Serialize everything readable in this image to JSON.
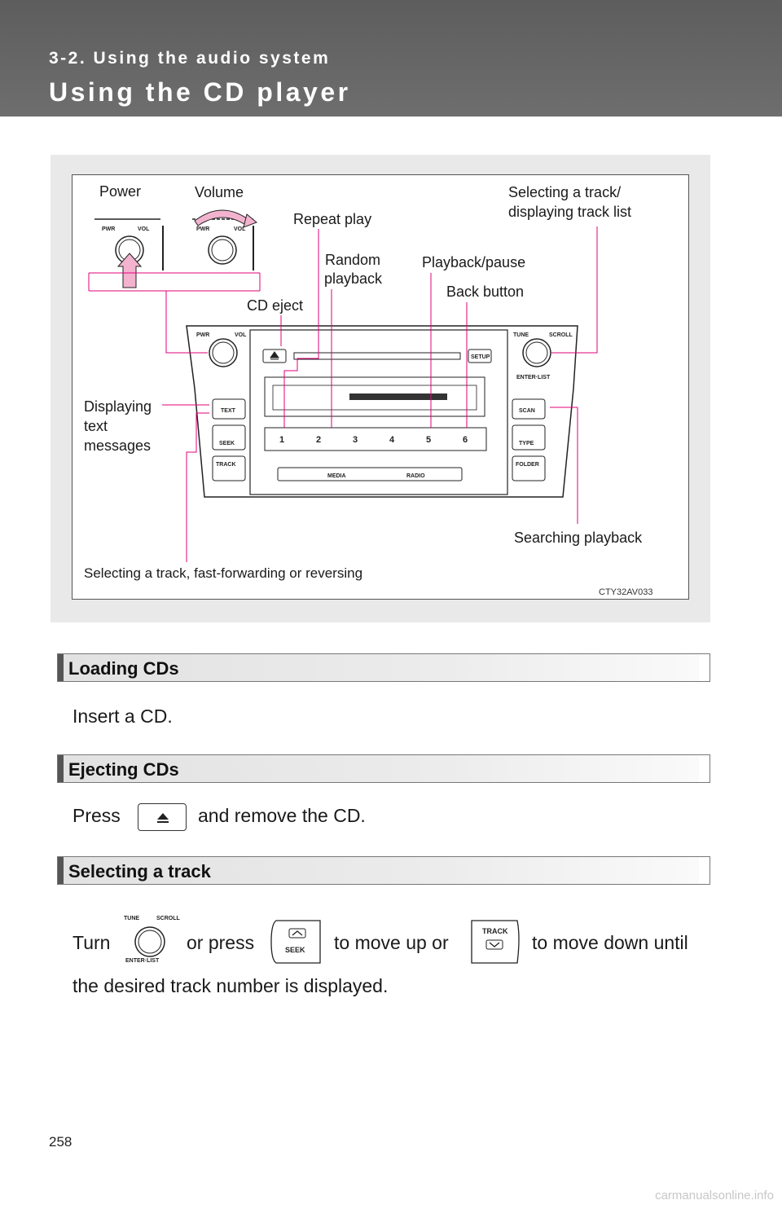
{
  "header": {
    "section_number": "3-2. Using the audio system",
    "title": "Using the CD player"
  },
  "figure": {
    "labels": {
      "power": "Power",
      "volume": "Volume",
      "repeat_play": "Repeat play",
      "random_line1": "Random",
      "random_line2": "playback",
      "cd_eject": "CD eject",
      "playback_pause": "Playback/pause",
      "back_button": "Back button",
      "selecting_track_line1": "Selecting a track/",
      "selecting_track_line2": "displaying track list",
      "displaying_line1": "Displaying",
      "displaying_line2": "text",
      "displaying_line3": "messages",
      "searching_playback": "Searching playback",
      "fast_forward": "Selecting a track, fast-forwarding or reversing"
    },
    "figure_id": "CTY32AV033",
    "panel_text": {
      "pwr": "PWR",
      "vol": "VOL",
      "tune": "TUNE",
      "scroll": "SCROLL",
      "enter_list": "ENTER·LIST",
      "setup": "SETUP",
      "text": "TEXT",
      "seek": "SEEK",
      "track": "TRACK",
      "scan": "SCAN",
      "type": "TYPE",
      "folder": "FOLDER",
      "media": "MEDIA",
      "radio": "RADIO",
      "presets": [
        "1",
        "2",
        "3",
        "4",
        "5",
        "6"
      ]
    }
  },
  "sections": [
    {
      "title": "Loading CDs",
      "body": "Insert a CD."
    },
    {
      "title": "Ejecting CDs",
      "body_before": "Press",
      "body_after": "and remove the CD."
    },
    {
      "title": "Selecting a track",
      "turn": "Turn",
      "or_press": "or press",
      "move_up": "to move up or",
      "move_down": "to move down until",
      "line2": "the desired track number is displayed."
    }
  ],
  "page_number": "258",
  "watermark": "carmanualsonline.info",
  "colors": {
    "header_bg": "#6b6b6b",
    "callout_line": "#e0007a",
    "figure_bg": "#e9e9e9"
  }
}
